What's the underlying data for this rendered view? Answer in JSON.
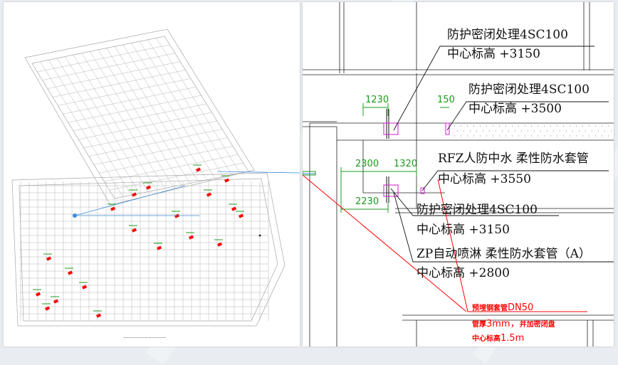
{
  "left_sheet": {
    "title_block": "————————————"
  },
  "annotations": [
    {
      "id": "a1",
      "line1": "防护密闭处理4SC100",
      "line2": "中心标高  +3150"
    },
    {
      "id": "a2",
      "line1": "防护密闭处理4SC100",
      "line2": "中心标高  +3500"
    },
    {
      "id": "a3",
      "line1": "RFZ人防中水  柔性防水套管",
      "line2": "中心标高  +3550"
    },
    {
      "id": "a4",
      "line1": "防护密闭处理4SC100",
      "line2": "中心标高  +3150"
    },
    {
      "id": "a5",
      "line1": "ZP自动喷淋  柔性防水套管（A）",
      "line2": "中心标高  +2800"
    }
  ],
  "dimensions": [
    "1230",
    "150",
    "2300",
    "1320",
    "2230"
  ],
  "red_note": {
    "line1_prefix": "预埋钢套管",
    "line1_value": "DN50",
    "line2_prefix": "管厚",
    "line2_value": "3mm，",
    "line2_suffix": "并加密闭盘",
    "line3_prefix": "中心标高",
    "line3_value": "1.5m"
  },
  "colors": {
    "cad_line": "#a6a6a6",
    "dim_green": "#1c9a1c",
    "magenta": "#d61ad6",
    "red": "#ff0000",
    "leader_blue": "#3b8ede"
  }
}
